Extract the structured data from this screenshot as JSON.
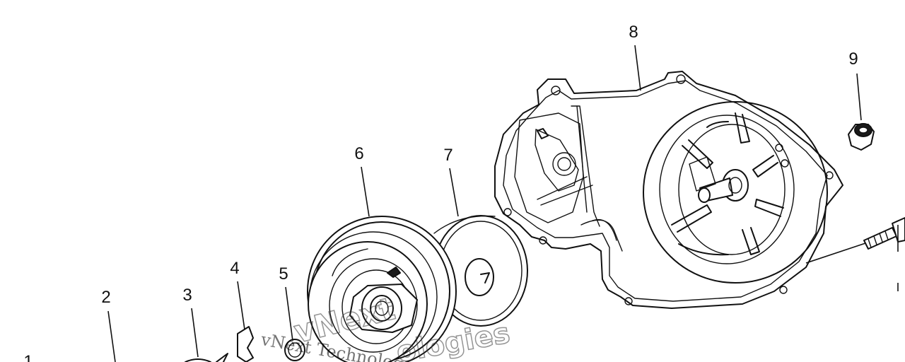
{
  "callouts": [
    {
      "id": "1",
      "label": "1"
    },
    {
      "id": "2",
      "label": "2"
    },
    {
      "id": "3",
      "label": "3"
    },
    {
      "id": "4",
      "label": "4"
    },
    {
      "id": "5",
      "label": "5"
    },
    {
      "id": "6",
      "label": "6"
    },
    {
      "id": "7",
      "label": "7"
    },
    {
      "id": "8",
      "label": "8"
    },
    {
      "id": "9",
      "label": "9"
    }
  ],
  "watermark": {
    "outline_text": "vNext",
    "outline_text_2": "ologies",
    "overlay_text": "vNext Technolog"
  },
  "colors": {
    "line": "#111111",
    "background": "#ffffff"
  }
}
